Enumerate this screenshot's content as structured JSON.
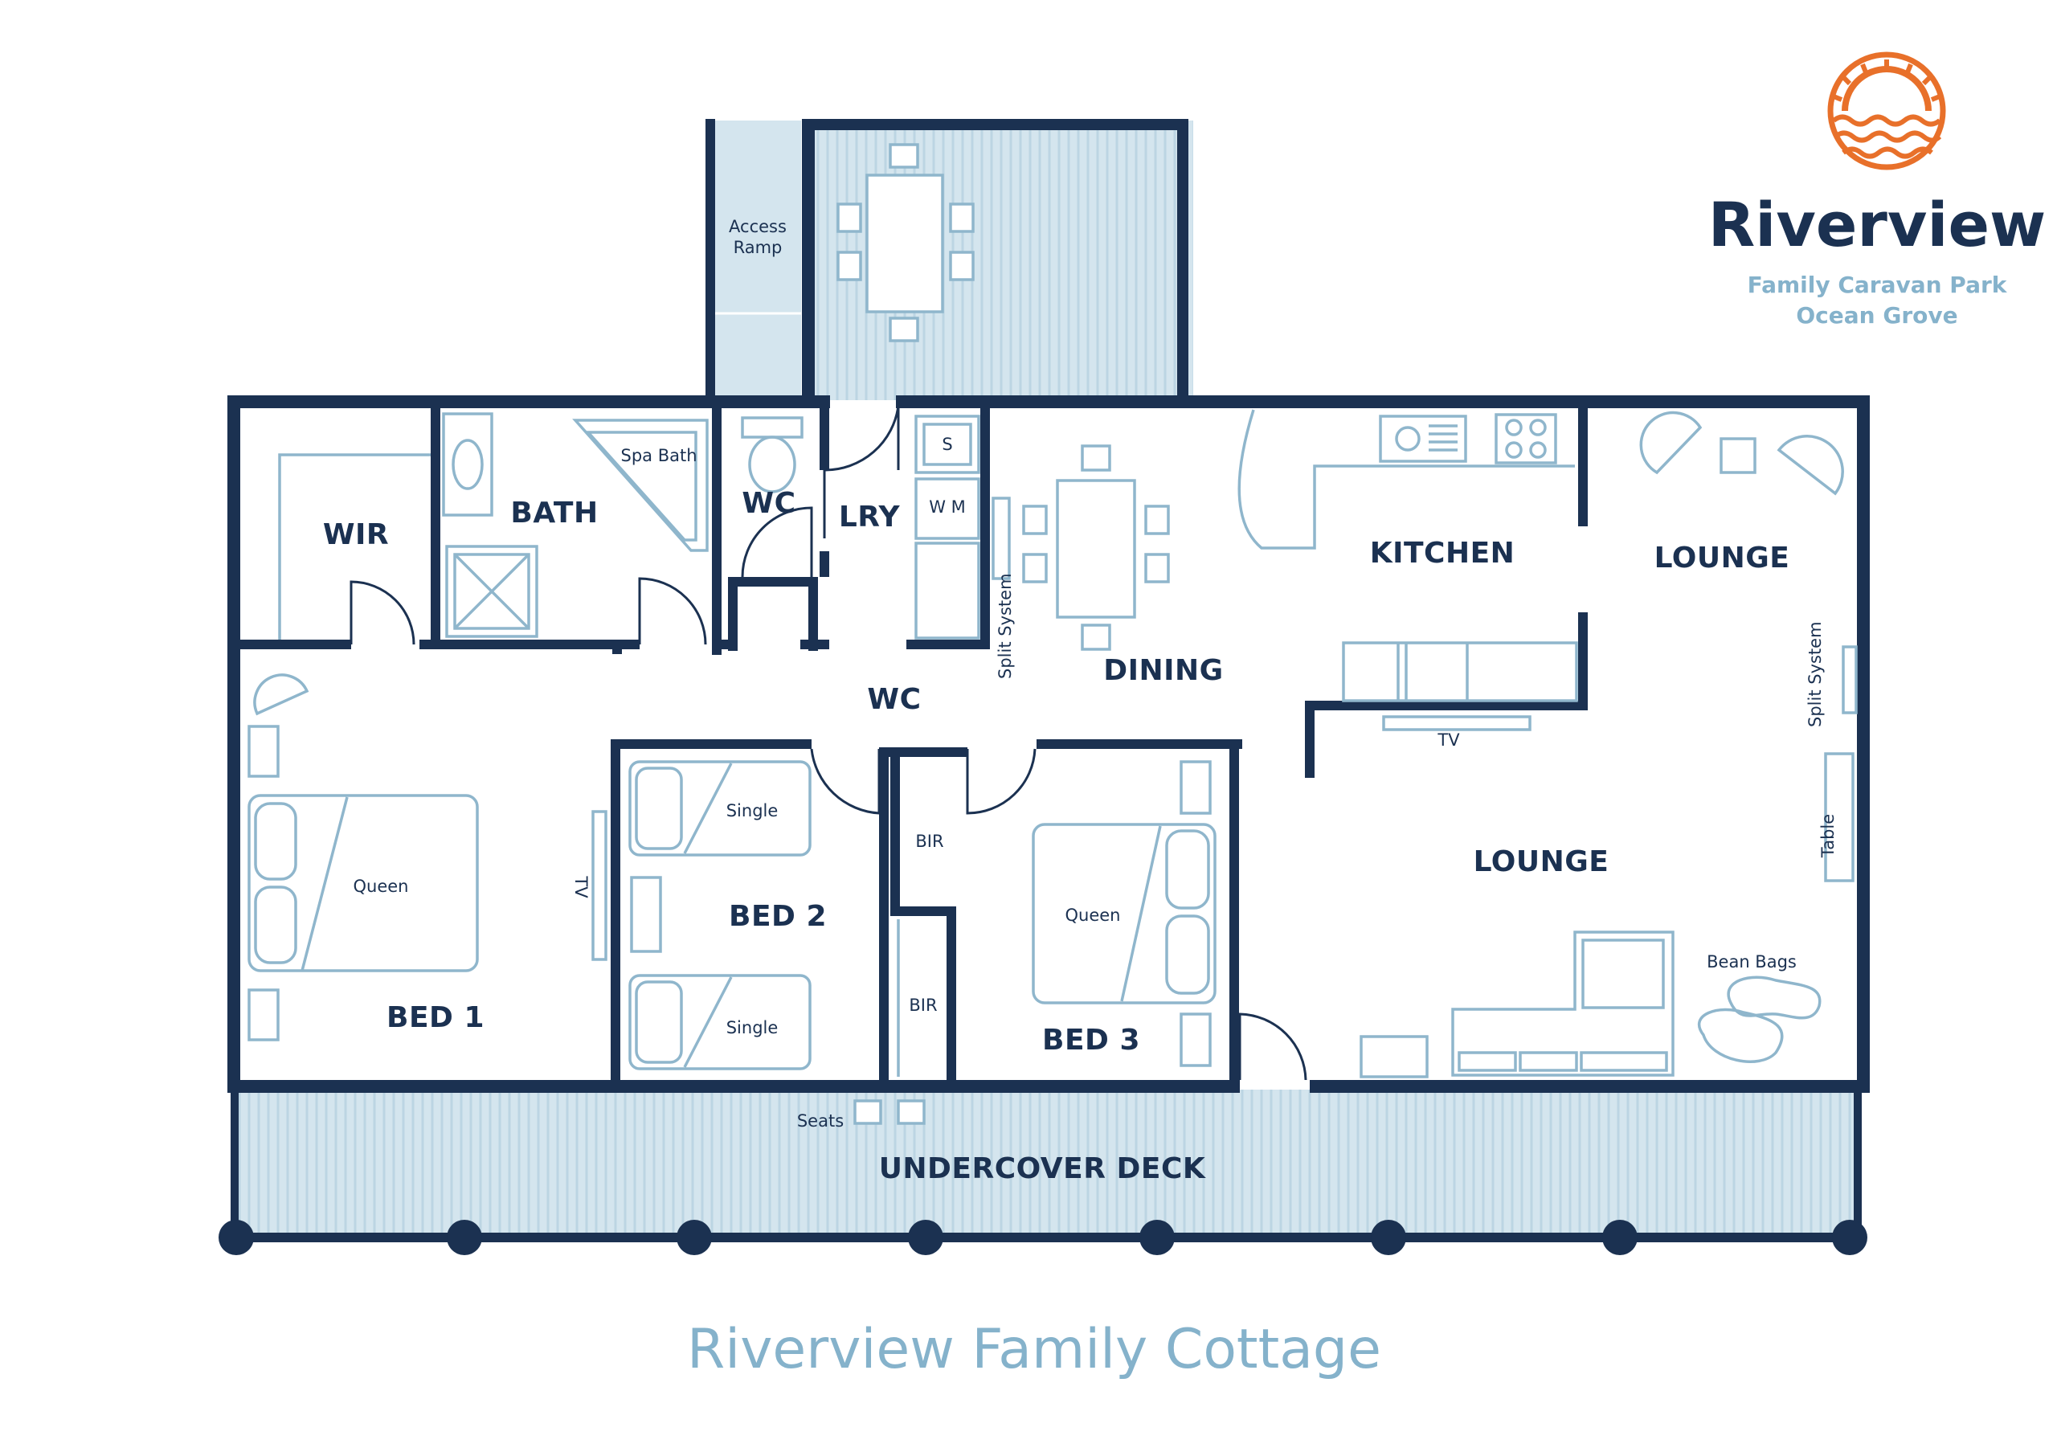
{
  "brand": {
    "name": "Riverview",
    "tagline_line1": "Family Caravan Park",
    "tagline_line2": "Ocean Grove",
    "logo_color": "#e8702a"
  },
  "caption": "Riverview Family Cottage",
  "colors": {
    "wall": "#1b3151",
    "furniture": "#8fb6cc",
    "deck": "#d4e5ee",
    "accent": "#e8702a"
  },
  "rooms": {
    "wir": "WIR",
    "bath": "BATH",
    "wc_top": "WC",
    "lry": "LRY",
    "kitchen": "KITCHEN",
    "lounge_top": "LOUNGE",
    "dining": "DINING",
    "wc_hall": "WC",
    "bed1": "BED 1",
    "bed2": "BED 2",
    "bed3": "BED 3",
    "lounge_main": "LOUNGE",
    "deck": "UNDERCOVER DECK"
  },
  "labels": {
    "access_ramp_1": "Access",
    "access_ramp_2": "Ramp",
    "spa_bath": "Spa Bath",
    "s": "S",
    "wm": "W M",
    "split_system_left": "Split System",
    "split_system_right": "Split System",
    "tv_kitchen": "TV",
    "tv_bed1": "TV",
    "table": "Table",
    "queen_bed1": "Queen",
    "queen_bed3": "Queen",
    "single_top": "Single",
    "single_bottom": "Single",
    "bir_top": "BIR",
    "bir_bottom": "BIR",
    "bean_bags": "Bean Bags",
    "seats": "Seats"
  }
}
